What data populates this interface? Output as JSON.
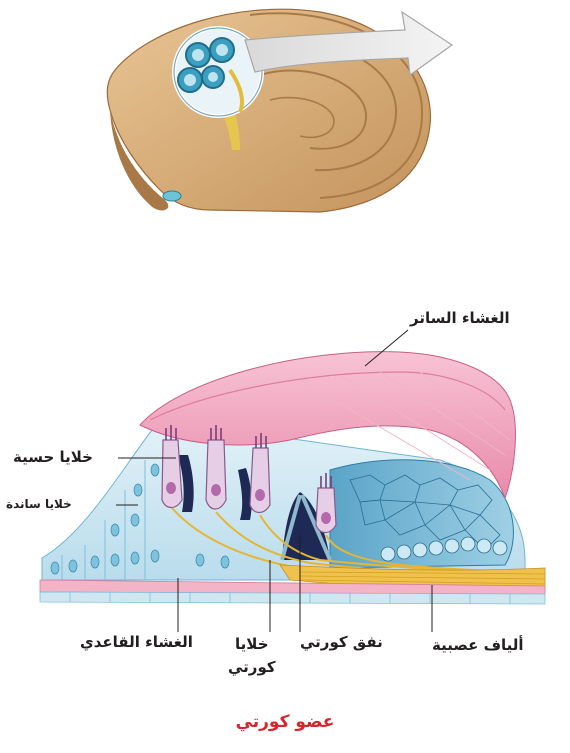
{
  "labels": {
    "tectorial_membrane": "الغشاء الساتر",
    "sensory_cells": "خلايا حسية",
    "supporting_cells": "خلايا ساندة",
    "basilar_membrane": "الغشاء القاعدي",
    "corti_cells": "خلايا\nكورتي",
    "corti_tunnel": "نفق كورتي",
    "nerve_fibers": "ألياف عصبية"
  },
  "caption": "عضو كورتي",
  "colors": {
    "caption": "#d7262b",
    "membrane": "#f2a7c1",
    "supporting": "#cfe8f3",
    "sensory": "#ead7ea",
    "nerve": "#f1c84a",
    "cochlea": "#dcb27c"
  }
}
